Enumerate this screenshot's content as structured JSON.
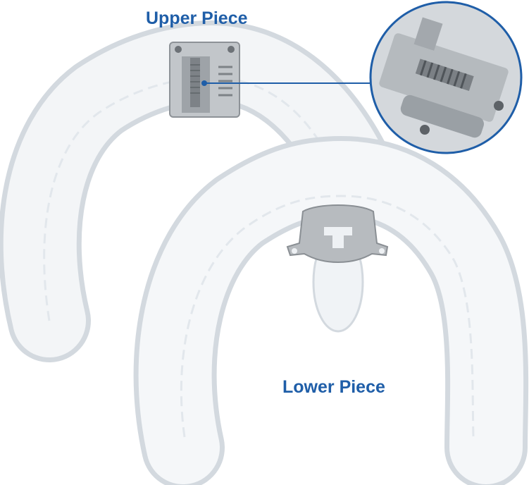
{
  "labels": {
    "upper": "Upper Piece",
    "lower": "Lower Piece"
  },
  "colors": {
    "label_blue": "#1f5ea8",
    "callout_blue": "#1f5ea8",
    "tray_edge": "#cfd6dd",
    "tray_fill": "#eef2f5",
    "metal": "#a9adb2"
  },
  "icons": {
    "callout": "magnified-screw-mechanism"
  }
}
